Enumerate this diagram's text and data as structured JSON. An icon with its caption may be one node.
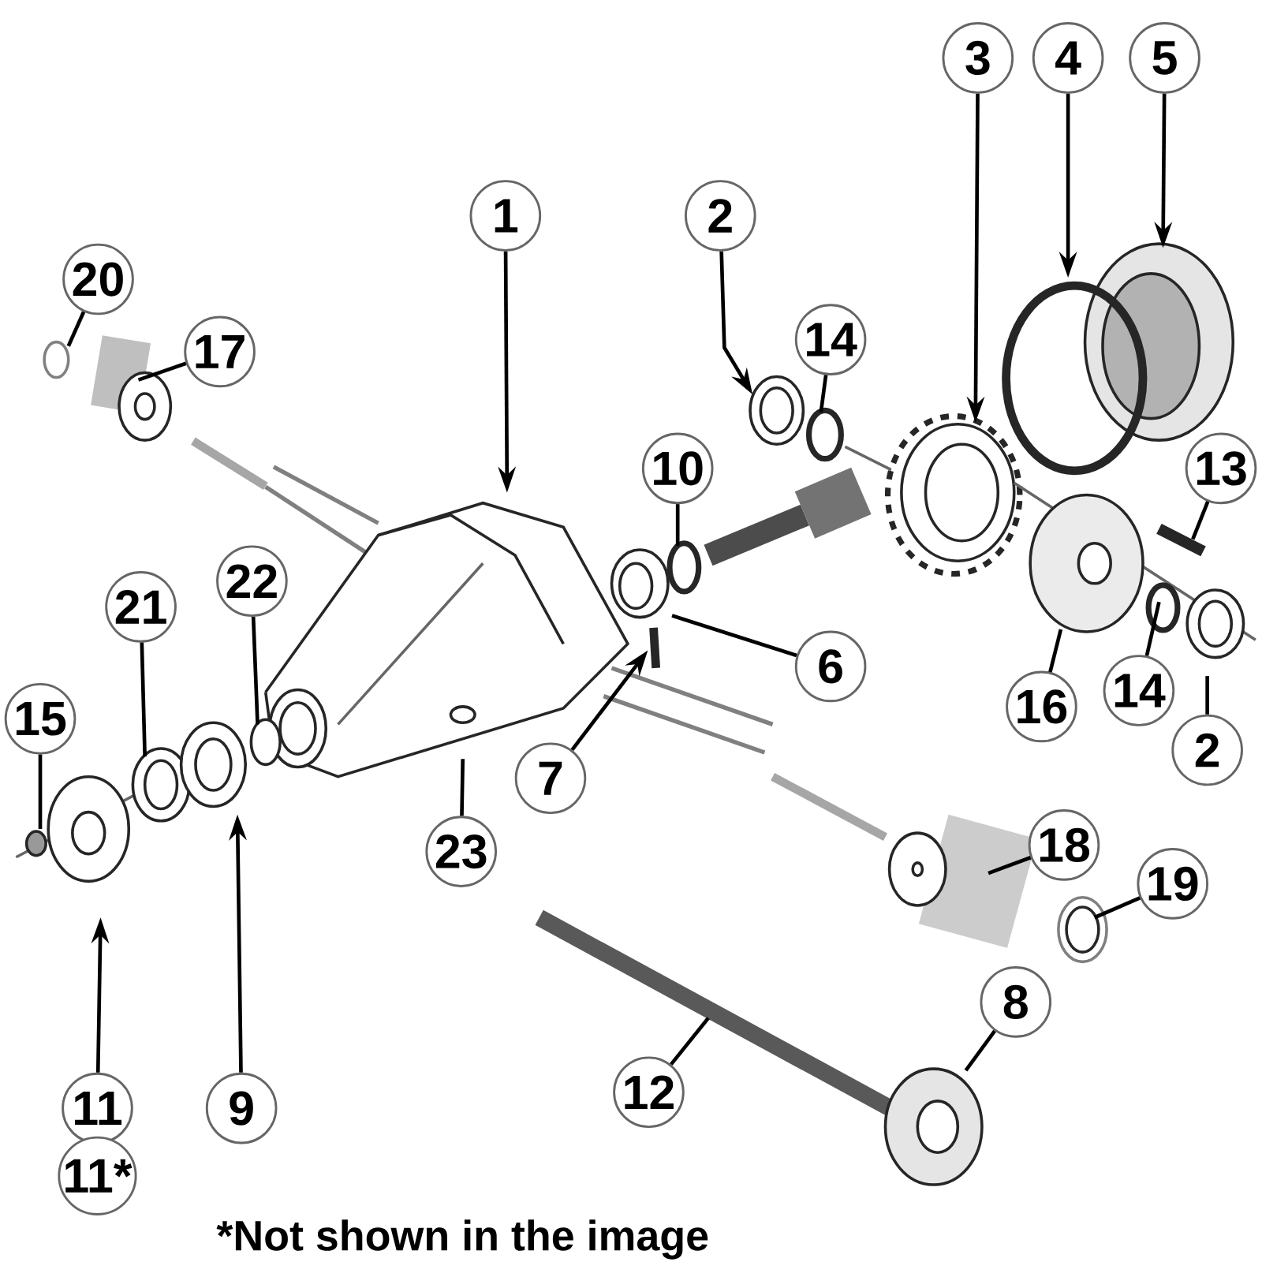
{
  "diagram": {
    "nodes": [
      {
        "text": [
          "3"
        ]
      },
      {
        "text": [
          "4"
        ]
      },
      {
        "text": [
          "5"
        ]
      },
      {
        "text": [
          "1"
        ]
      },
      {
        "text": [
          "2"
        ]
      },
      {
        "text": [
          "20"
        ]
      },
      {
        "text": [
          "14"
        ]
      },
      {
        "text": [
          "17"
        ]
      },
      {
        "text": [
          "10"
        ]
      },
      {
        "text": [
          "13"
        ]
      },
      {
        "text": [
          "22"
        ]
      },
      {
        "text": [
          "21"
        ]
      },
      {
        "text": [
          "6"
        ]
      },
      {
        "text": [
          "16"
        ]
      },
      {
        "text": [
          "14"
        ]
      },
      {
        "text": [
          "15"
        ]
      },
      {
        "text": [
          "2"
        ]
      },
      {
        "text": [
          "7"
        ]
      },
      {
        "text": [
          "18"
        ]
      },
      {
        "text": [
          "23"
        ]
      },
      {
        "text": [
          "19"
        ]
      },
      {
        "text": [
          "8"
        ]
      },
      {
        "text": [
          "12"
        ]
      },
      {
        "text": [
          "9"
        ]
      },
      {
        "text": [
          "11"
        ]
      },
      {
        "text": [
          "11*"
        ]
      }
    ],
    "edges": [
      {
        "from": 0,
        "to": null,
        "arrow": "to"
      },
      {
        "from": 1,
        "to": null,
        "arrow": "to"
      },
      {
        "from": 2,
        "to": null,
        "arrow": "to"
      },
      {
        "from": 3,
        "to": null,
        "arrow": "to"
      },
      {
        "from": 4,
        "to": null,
        "arrow": "to"
      },
      {
        "from": 6,
        "to": null,
        "arrow": "none"
      },
      {
        "from": 7,
        "to": null,
        "arrow": "none"
      },
      {
        "from": 5,
        "to": null,
        "arrow": "none"
      },
      {
        "from": 8,
        "to": null,
        "arrow": "none"
      },
      {
        "from": 9,
        "to": null,
        "arrow": "none"
      },
      {
        "from": 10,
        "to": null,
        "arrow": "none"
      },
      {
        "from": 11,
        "to": null,
        "arrow": "none"
      },
      {
        "from": 12,
        "to": null,
        "arrow": "none"
      },
      {
        "from": 13,
        "to": null,
        "arrow": "none"
      },
      {
        "from": 14,
        "to": null,
        "arrow": "none"
      },
      {
        "from": 15,
        "to": null,
        "arrow": "none"
      },
      {
        "from": 16,
        "to": null,
        "arrow": "none"
      },
      {
        "from": 17,
        "to": null,
        "arrow": "to"
      },
      {
        "from": 18,
        "to": null,
        "arrow": "none"
      },
      {
        "from": 19,
        "to": null,
        "arrow": "none"
      },
      {
        "from": 20,
        "to": null,
        "arrow": "none"
      },
      {
        "from": 21,
        "to": null,
        "arrow": "none"
      },
      {
        "from": 22,
        "to": null,
        "arrow": "none"
      },
      {
        "from": 23,
        "to": null,
        "arrow": "to"
      },
      {
        "from": 24,
        "to": null,
        "arrow": "to"
      }
    ],
    "labels": [
      "*Not shown in the image"
    ]
  }
}
